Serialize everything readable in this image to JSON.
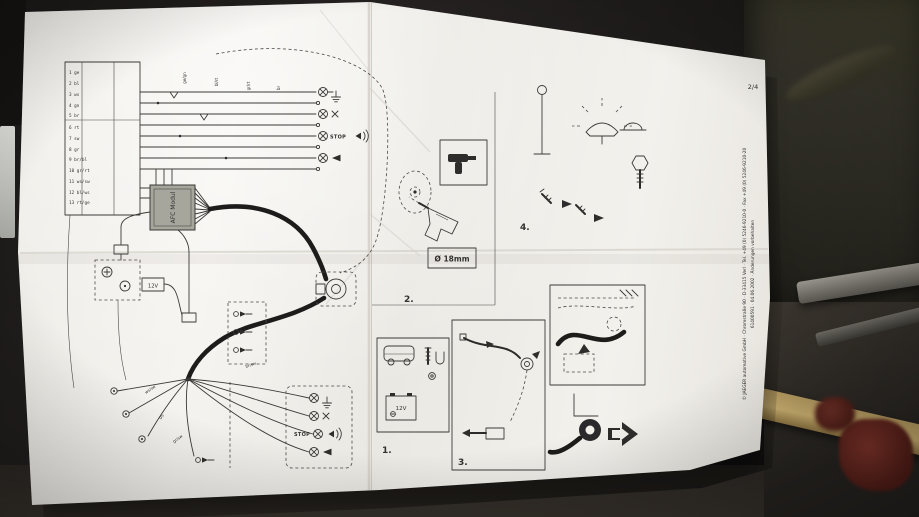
{
  "page": {
    "page_number": "2/4",
    "footer_line1": "© JAEGER automotive GmbH · Chromstraße 90 · D-33415 Verl · Tel. +49 (0) 5246-9210-0 · Fax +49 (0) 5246-9210-20",
    "footer_line2": "61400591 · 04.06.2002 · Änderungen vorbehalten"
  },
  "wiring": {
    "module_label": "AFC Modul",
    "stop_label": "STOP",
    "battery_label": "12V",
    "table_rows": [
      "1  ge",
      "2  bl",
      "3  ws",
      "4  gn",
      "5  br",
      "6  rt",
      "7  sw",
      "8  gr",
      "9  br/bl",
      "10 gr/rt",
      "11 ws/sw",
      "12 bl/ws",
      "13 rt/ge"
    ],
    "wire_labels": [
      "ge/gn",
      "bl/rt",
      "gr/rt",
      "br",
      "ws/sw",
      "gn",
      "gr/sw",
      "br/sw"
    ]
  },
  "steps": {
    "s1": "1.",
    "s2": "2.",
    "s3": "3.",
    "s4": "4.",
    "drill_diameter": "Ø 18mm"
  }
}
